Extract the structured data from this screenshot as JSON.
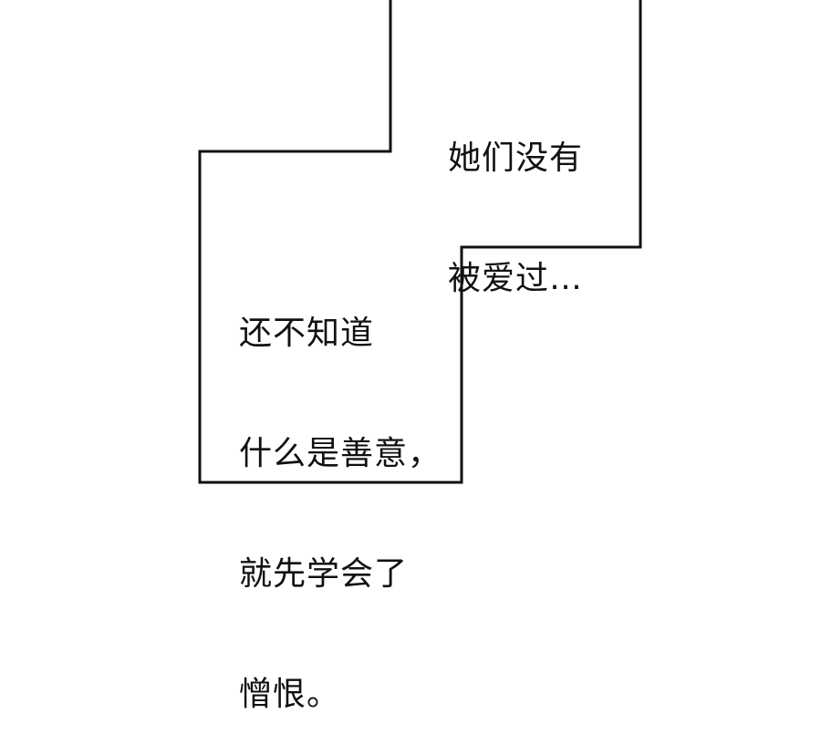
{
  "panels": {
    "top_caption": {
      "lines": [
        "她们没有",
        "被爱过…"
      ]
    },
    "bottom_caption": {
      "lines": [
        "还不知道",
        "什么是善意，",
        "就先学会了",
        "憎恨。"
      ]
    }
  },
  "colors": {
    "background": "#ffffff",
    "border": "#111111",
    "text": "#111111"
  }
}
